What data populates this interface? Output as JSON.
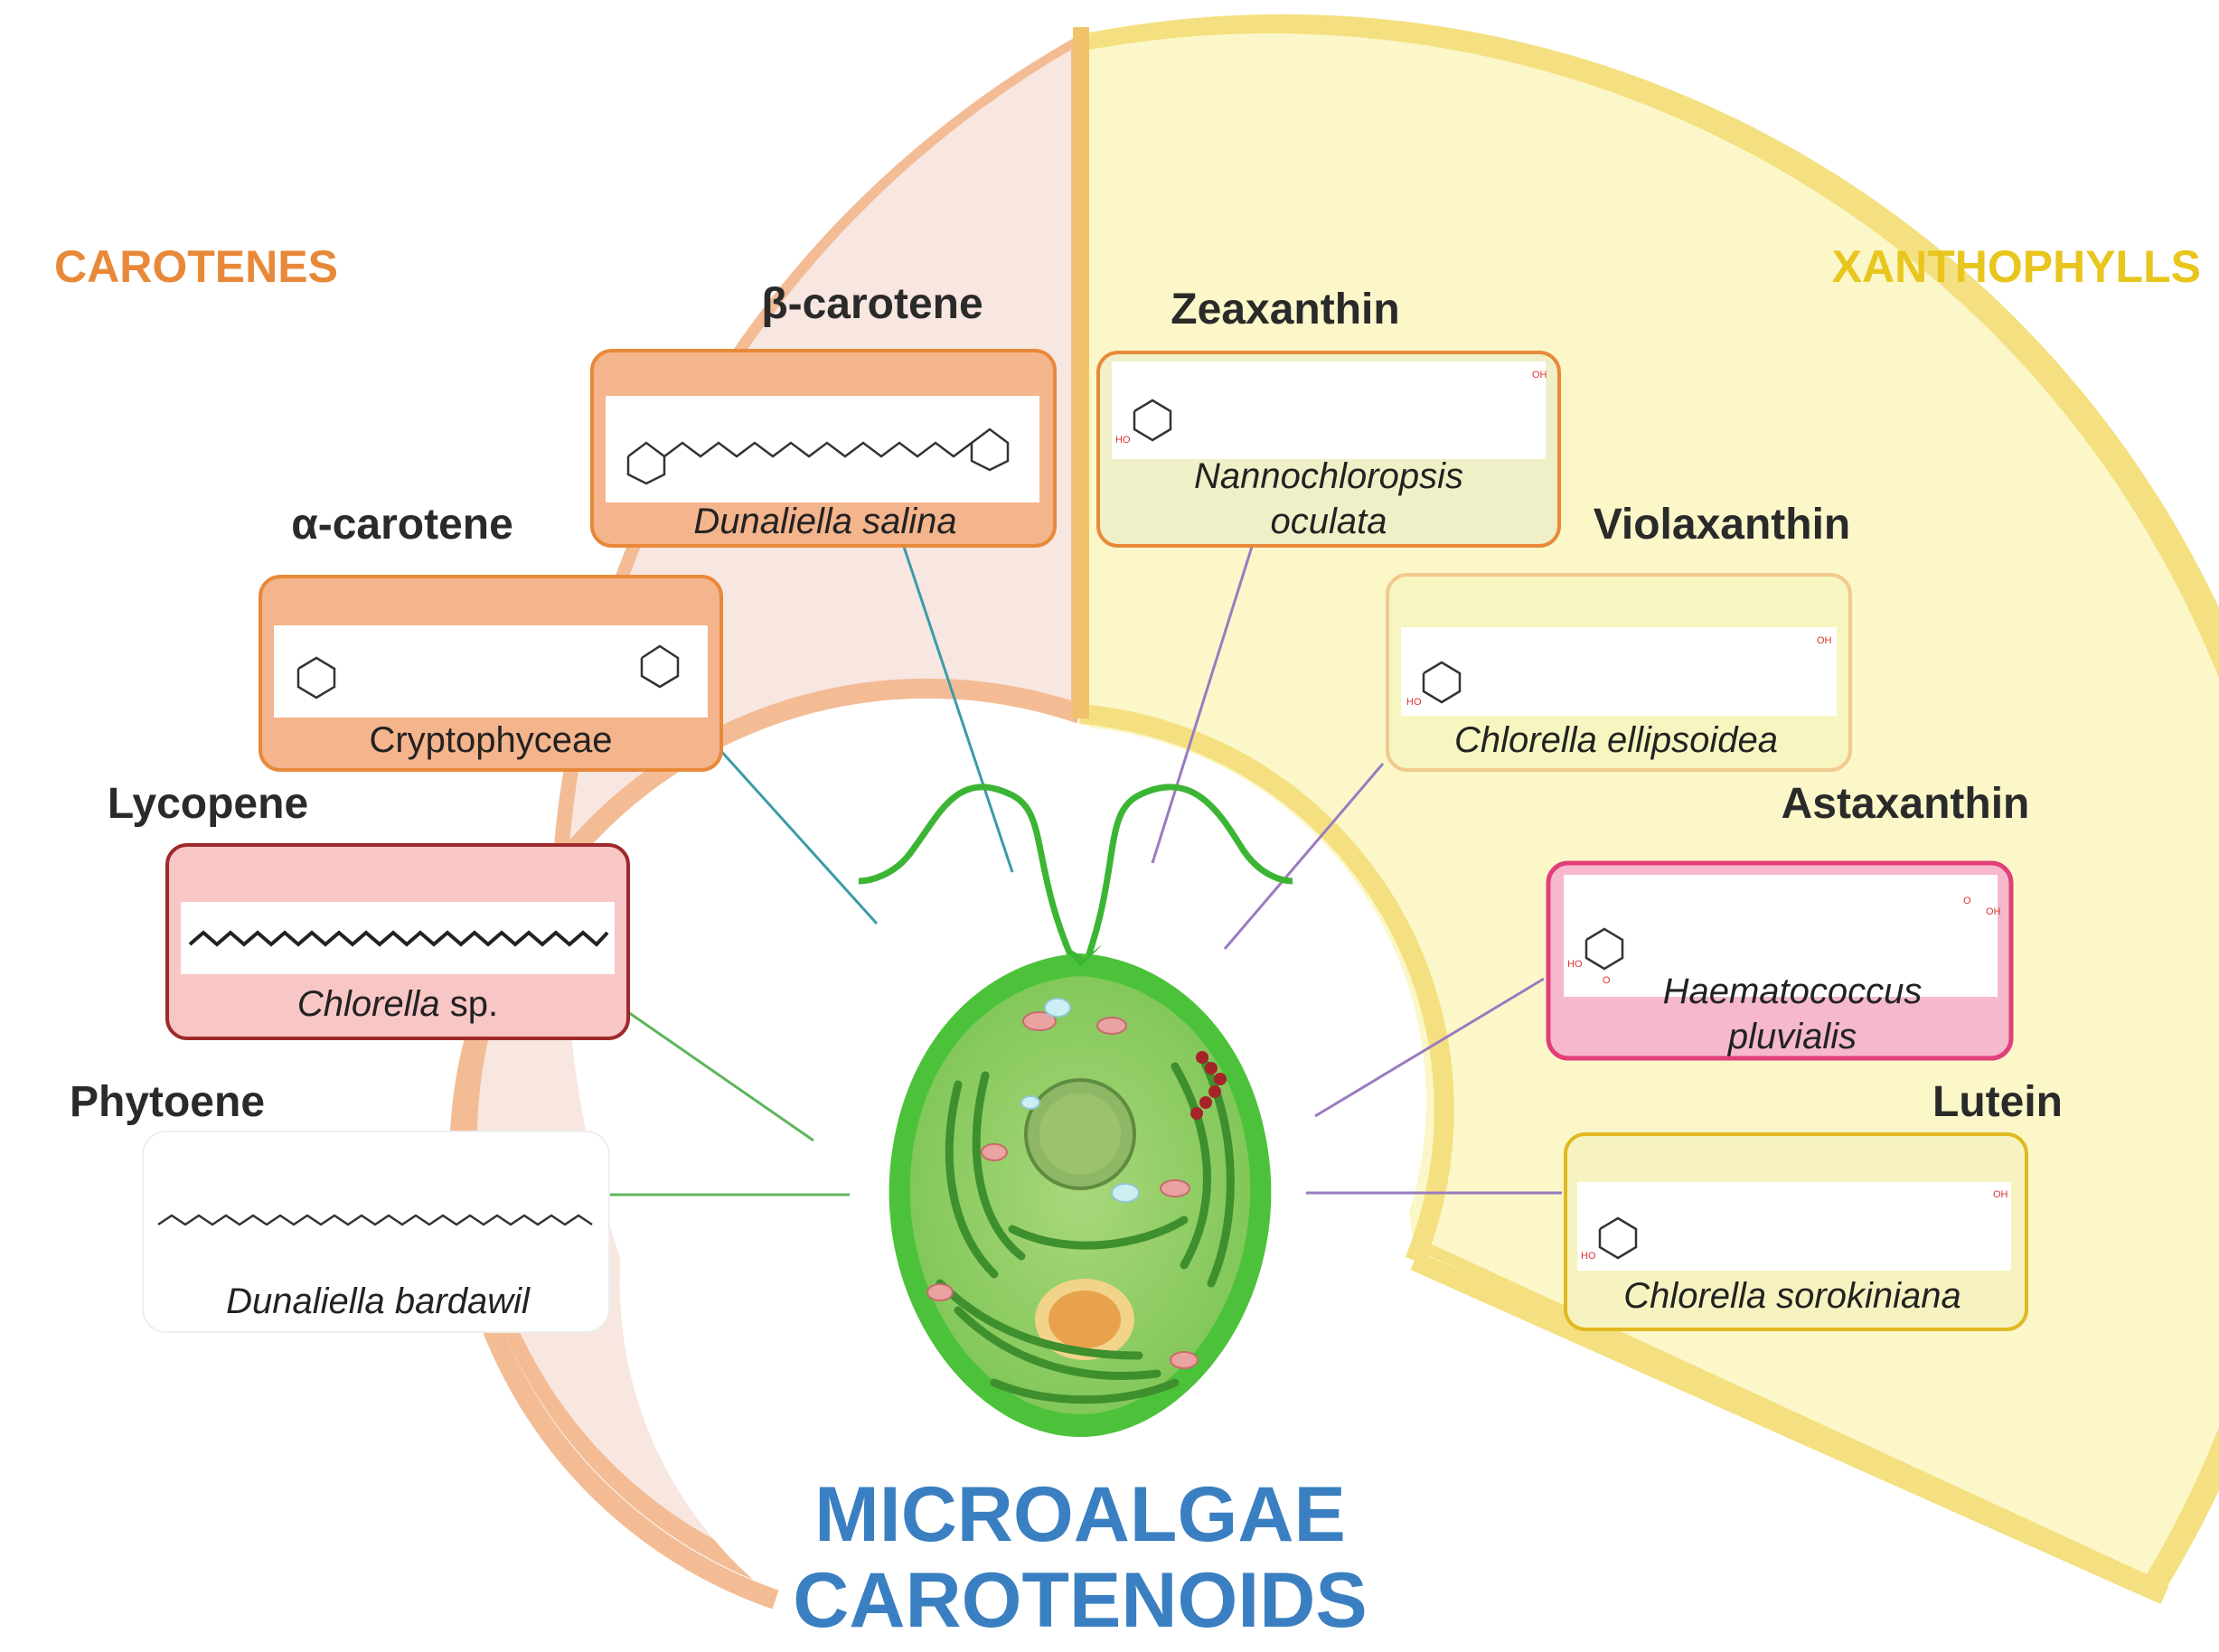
{
  "groups": {
    "carotenes": {
      "label": "CAROTENES",
      "color": "#E8893A"
    },
    "xanthophylls": {
      "label": "XANTHOPHYLLS",
      "color": "#E8C61E"
    }
  },
  "title": {
    "line1": "MICROALGAE",
    "line2": "CAROTENOIDS",
    "color": "#3A7FC1"
  },
  "compounds": {
    "beta_carotene": {
      "name": "β-carotene",
      "source_italic": "Dunaliella salina",
      "structure_icon": "beta-carotene-structure"
    },
    "alpha_carotene": {
      "name": "α-carotene",
      "source": "Cryptophyceae",
      "structure_icon": "alpha-carotene-structure"
    },
    "lycopene": {
      "name": "Lycopene",
      "source_italic": "Chlorella",
      "source_suffix": " sp.",
      "structure_icon": "lycopene-structure"
    },
    "phytoene": {
      "name": "Phytoene",
      "source_italic": "Dunaliella bardawil",
      "structure_icon": "phytoene-structure"
    },
    "zeaxanthin": {
      "name": "Zeaxanthin",
      "source_line1": "Nannochloropsis",
      "source_line2": "oculata",
      "structure_icon": "zeaxanthin-structure"
    },
    "violaxanthin": {
      "name": "Violaxanthin",
      "source_italic": "Chlorella ellipsoidea",
      "structure_icon": "violaxanthin-structure"
    },
    "astaxanthin": {
      "name": "Astaxanthin",
      "source_line1": "Haematococcus",
      "source_line2": "pluvialis",
      "structure_icon": "astaxanthin-structure"
    },
    "lutein": {
      "name": "Lutein",
      "source_italic": "Chlorella sorokiniana",
      "structure_icon": "lutein-structure"
    }
  },
  "structure_labels": {
    "oh": "OH",
    "ho": "HO",
    "o": "O"
  },
  "icons": {
    "center": "microalgae-cell-icon"
  },
  "colors": {
    "carotene_bg": "#F8E6E1",
    "carotene_border": "#F3B98E",
    "xantho_bg": "#FBF7C8",
    "xantho_border": "#F2DE7E",
    "cell_green": "#4CC23A",
    "heading": "#2A2A2A"
  }
}
